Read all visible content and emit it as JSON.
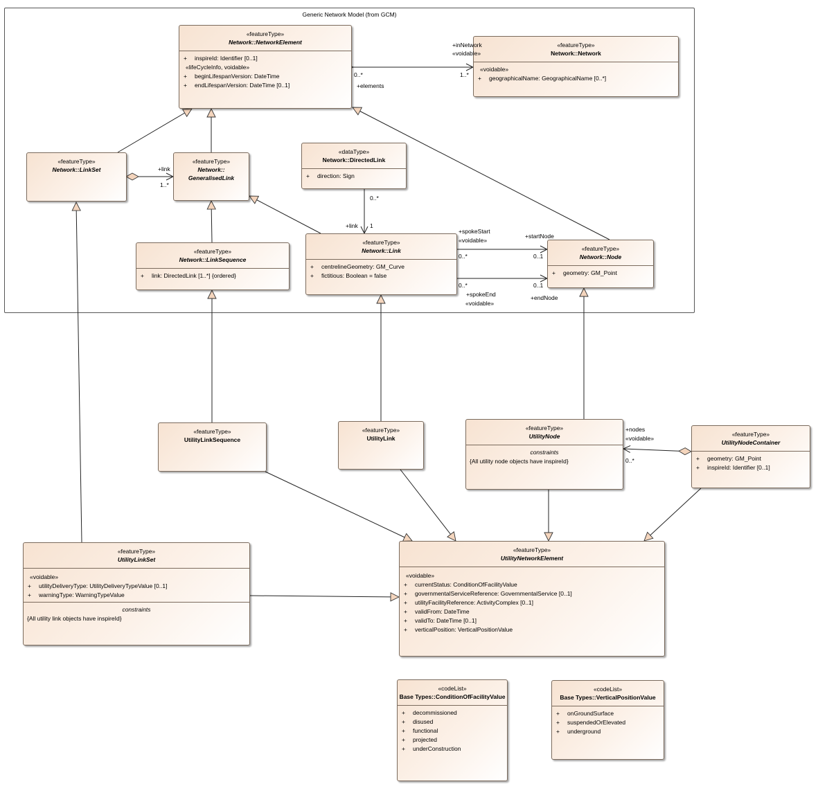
{
  "frame": {
    "title": "Generic Network Model (from GCM)"
  },
  "classes": {
    "network_element": {
      "stereotype": "«featureType»",
      "name": "Network::NetworkElement",
      "attr1": "inspireId: Identifier [0..1]",
      "group": "«lifeCycleInfo, voidable»",
      "attr2": "beginLifespanVersion: DateTime",
      "attr3": "endLifespanVersion: DateTime [0..1]"
    },
    "network": {
      "stereotype": "«featureType»",
      "name": "Network::Network",
      "group": "«voidable»",
      "attr1": "geographicalName: GeographicalName [0..*]"
    },
    "link_set": {
      "stereotype": "«featureType»",
      "name": "Network::LinkSet"
    },
    "generalised_link": {
      "stereotype": "«featureType»",
      "name1": "Network::",
      "name2": "GeneralisedLink"
    },
    "directed_link": {
      "stereotype": "«dataType»",
      "name": "Network::DirectedLink",
      "attr1": "direction: Sign"
    },
    "link_sequence": {
      "stereotype": "«featureType»",
      "name": "Network::LinkSequence",
      "attr1": "link: DirectedLink [1..*] {ordered}"
    },
    "link": {
      "stereotype": "«featureType»",
      "name": "Network::Link",
      "attr1": "centrelineGeometry: GM_Curve",
      "attr2": "fictitious: Boolean = false"
    },
    "node": {
      "stereotype": "«featureType»",
      "name": "Network::Node",
      "attr1": "geometry: GM_Point"
    },
    "utility_link_sequence": {
      "stereotype": "«featureType»",
      "name": "UtilityLinkSequence"
    },
    "utility_link": {
      "stereotype": "«featureType»",
      "name": "UtilityLink"
    },
    "utility_node": {
      "stereotype": "«featureType»",
      "name": "UtilityNode",
      "constraints_title": "constraints",
      "constraint": "{All utility node objects have inspireId}"
    },
    "utility_node_container": {
      "stereotype": "«featureType»",
      "name": "UtilityNodeContainer",
      "attr1": "geometry: GM_Point",
      "attr2": "inspireId: Identifier [0..1]"
    },
    "utility_link_set": {
      "stereotype": "«featureType»",
      "name": "UtilityLinkSet",
      "group": "«voidable»",
      "attr1": "utilityDeliveryType: UtilityDeliveryTypeValue [0..1]",
      "attr2": "warningType: WarningTypeValue",
      "constraints_title": "constraints",
      "constraint": "{All utility link objects have inspireId}"
    },
    "utility_network_element": {
      "stereotype": "«featureType»",
      "name": "UtilityNetworkElement",
      "group": "«voidable»",
      "attrs": [
        "currentStatus: ConditionOfFacilityValue",
        "governmentalServiceReference: GovernmentalService [0..1]",
        "utilityFacilityReference: ActivityComplex [0..1]",
        "validFrom: DateTime",
        "validTo: DateTime [0..1]",
        "verticalPosition: VerticalPositionValue"
      ]
    },
    "condition_of_facility": {
      "stereotype": "«codeList»",
      "name": "Base Types::ConditionOfFacilityValue",
      "values": [
        "decommissioned",
        "disused",
        "functional",
        "projected",
        "underConstruction"
      ]
    },
    "vertical_position": {
      "stereotype": "«codeList»",
      "name": "Base Types::VerticalPositionValue",
      "values": [
        "onGroundSurface",
        "suspendedOrElevated",
        "underground"
      ]
    }
  },
  "visibility": "+",
  "labels": {
    "in_network": "+inNetwork",
    "in_network_voidable": "«voidable»",
    "mult_0_star_ne": "0..*",
    "mult_1_star_net": "1..*",
    "elements": "+elements",
    "plus_link_ls": "+link",
    "mult_1_star_gl": "1..*",
    "mult_0_star_dl": "0..*",
    "plus_link_dl": "+link",
    "mult_1_dl": "1",
    "spoke_start": "+spokeStart",
    "spoke_start_voidable": "«voidable»",
    "start_node": "+startNode",
    "mult_0_star_ss": "0..*",
    "mult_0_1_ss": "0..1",
    "mult_0_star_se": "0..*",
    "mult_0_1_se": "0..1",
    "spoke_end": "+spokeEnd",
    "spoke_end_voidable": "«voidable»",
    "end_node": "+endNode",
    "nodes": "+nodes",
    "nodes_voidable": "«voidable»",
    "mult_0_star_nodes": "0..*"
  }
}
